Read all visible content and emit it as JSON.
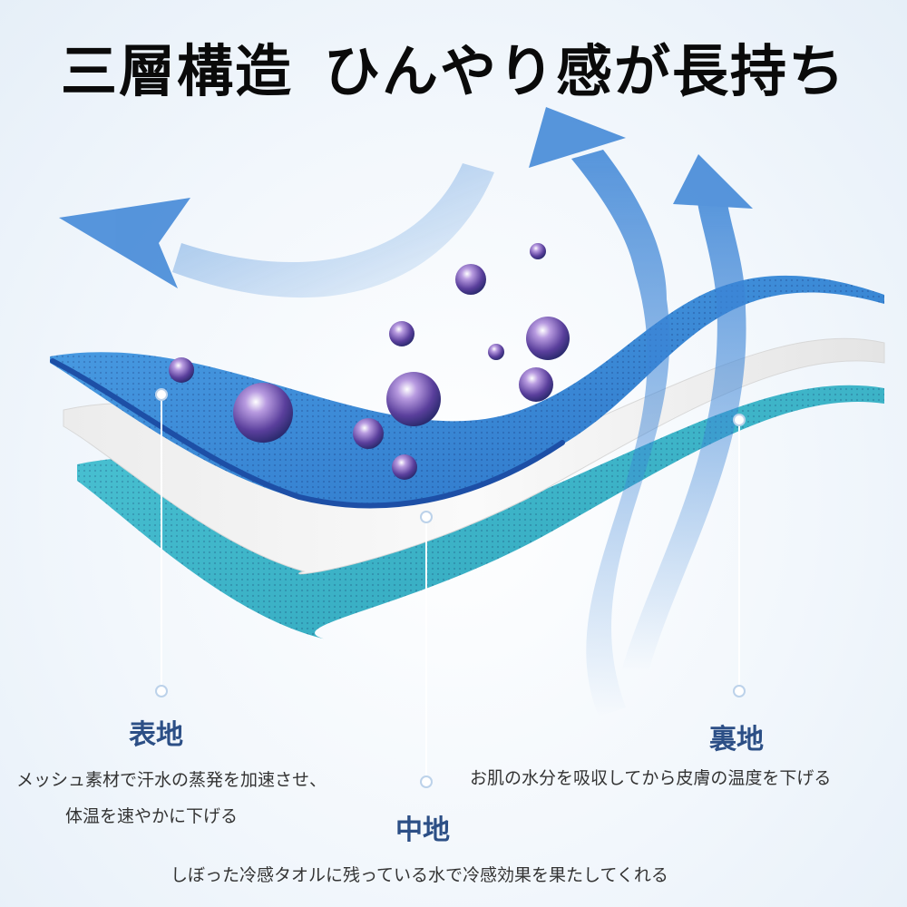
{
  "headline": {
    "part1": "三層構造",
    "part2": "ひんやり感が長持ち"
  },
  "layers": {
    "outer": {
      "title": "表地",
      "desc_line1": "メッシュ素材で汗水の蒸発を加速させ、",
      "desc_line2": "体温を速やかに下げる"
    },
    "middle": {
      "title": "中地",
      "desc": "しぼった冷感タオルに残っている水で冷感効果を果たしてくれる"
    },
    "inner": {
      "title": "裏地",
      "desc": "お肌の水分を吸収してから皮膚の温度を下げる"
    }
  },
  "colors": {
    "outer_layer": "#2f7fd0",
    "middle_layer": "#f3f3f3",
    "inner_layer": "#3ab6c8",
    "arrow": "#3b84d6",
    "label": "#2c4f86",
    "droplet": "#5a3f9c"
  }
}
